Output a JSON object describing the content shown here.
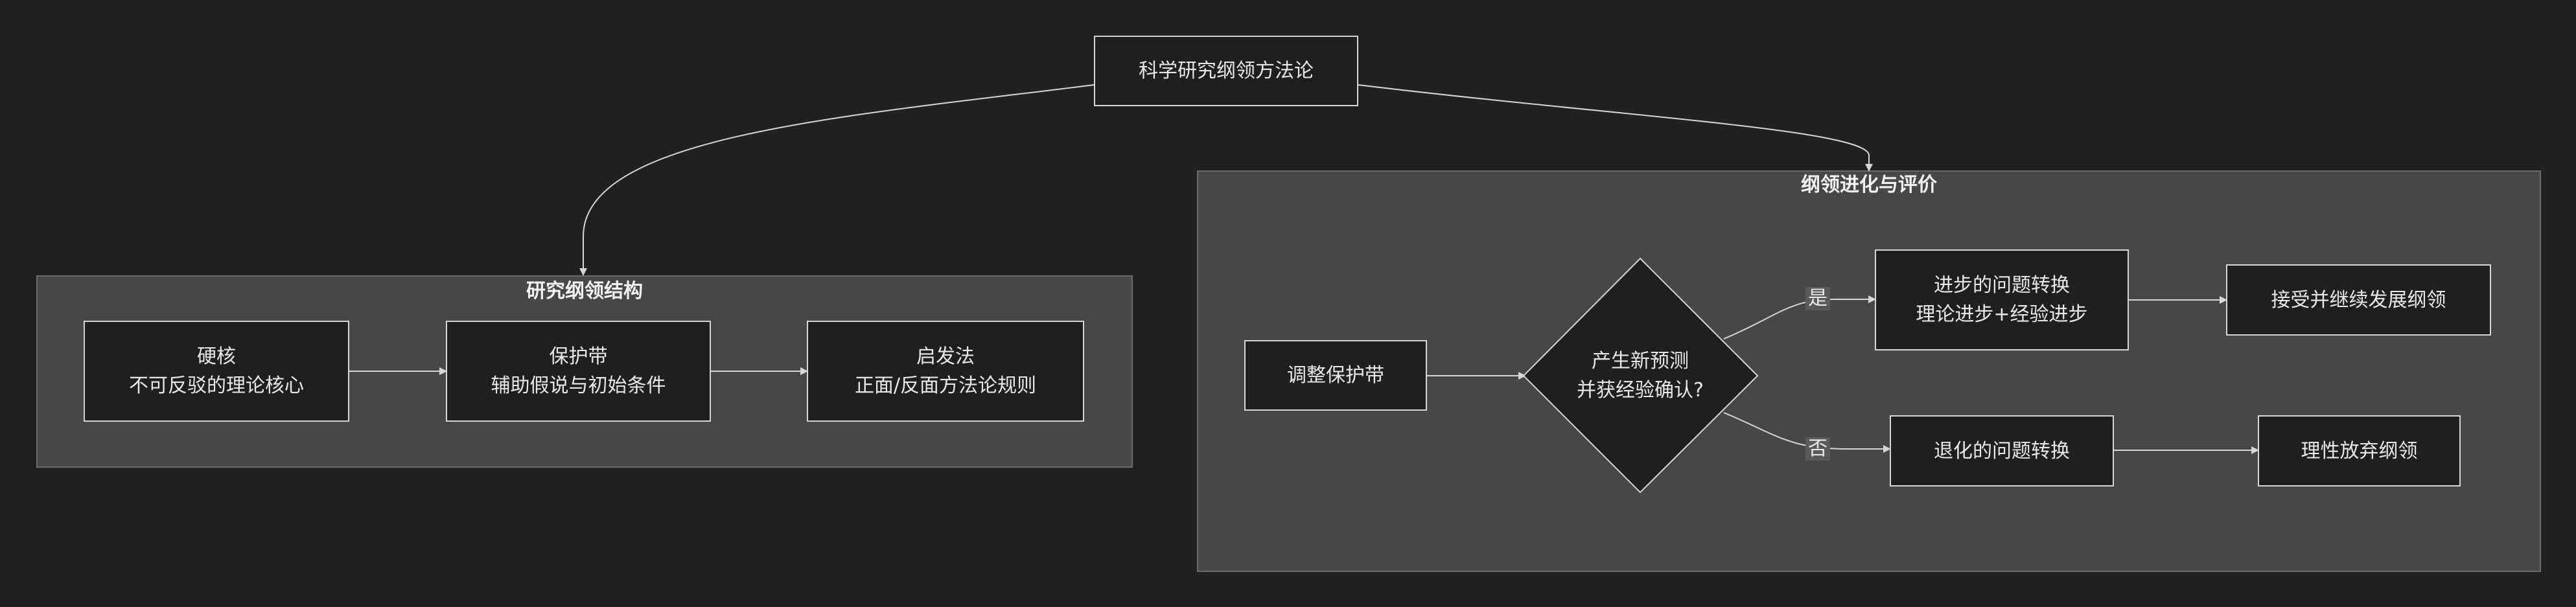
{
  "root": {
    "label": "科学研究纲领方法论"
  },
  "structure": {
    "title": "研究纲领结构",
    "hard_core": {
      "line1": "硬核",
      "line2": "不可反驳的理论核心"
    },
    "protective_belt": {
      "line1": "保护带",
      "line2": "辅助假说与初始条件"
    },
    "heuristic": {
      "line1": "启发法",
      "line2": "正面/反面方法论规则"
    }
  },
  "evolution": {
    "title": "纲领进化与评价",
    "adjust": {
      "label": "调整保护带"
    },
    "decision": {
      "line1": "产生新预测",
      "line2": "并获经验确认?"
    },
    "yes_label": "是",
    "no_label": "否",
    "progressive": {
      "line1": "进步的问题转换",
      "line2": "理论进步+经验进步"
    },
    "accept": {
      "label": "接受并继续发展纲领"
    },
    "degenerative": {
      "label": "退化的问题转换"
    },
    "abandon": {
      "label": "理性放弃纲领"
    }
  },
  "colors": {
    "background": "#212121",
    "cluster_fill": "#474747",
    "node_fill": "#1f1f1f",
    "node_border": "#d6d6d6",
    "edge": "#d6d6d6"
  }
}
